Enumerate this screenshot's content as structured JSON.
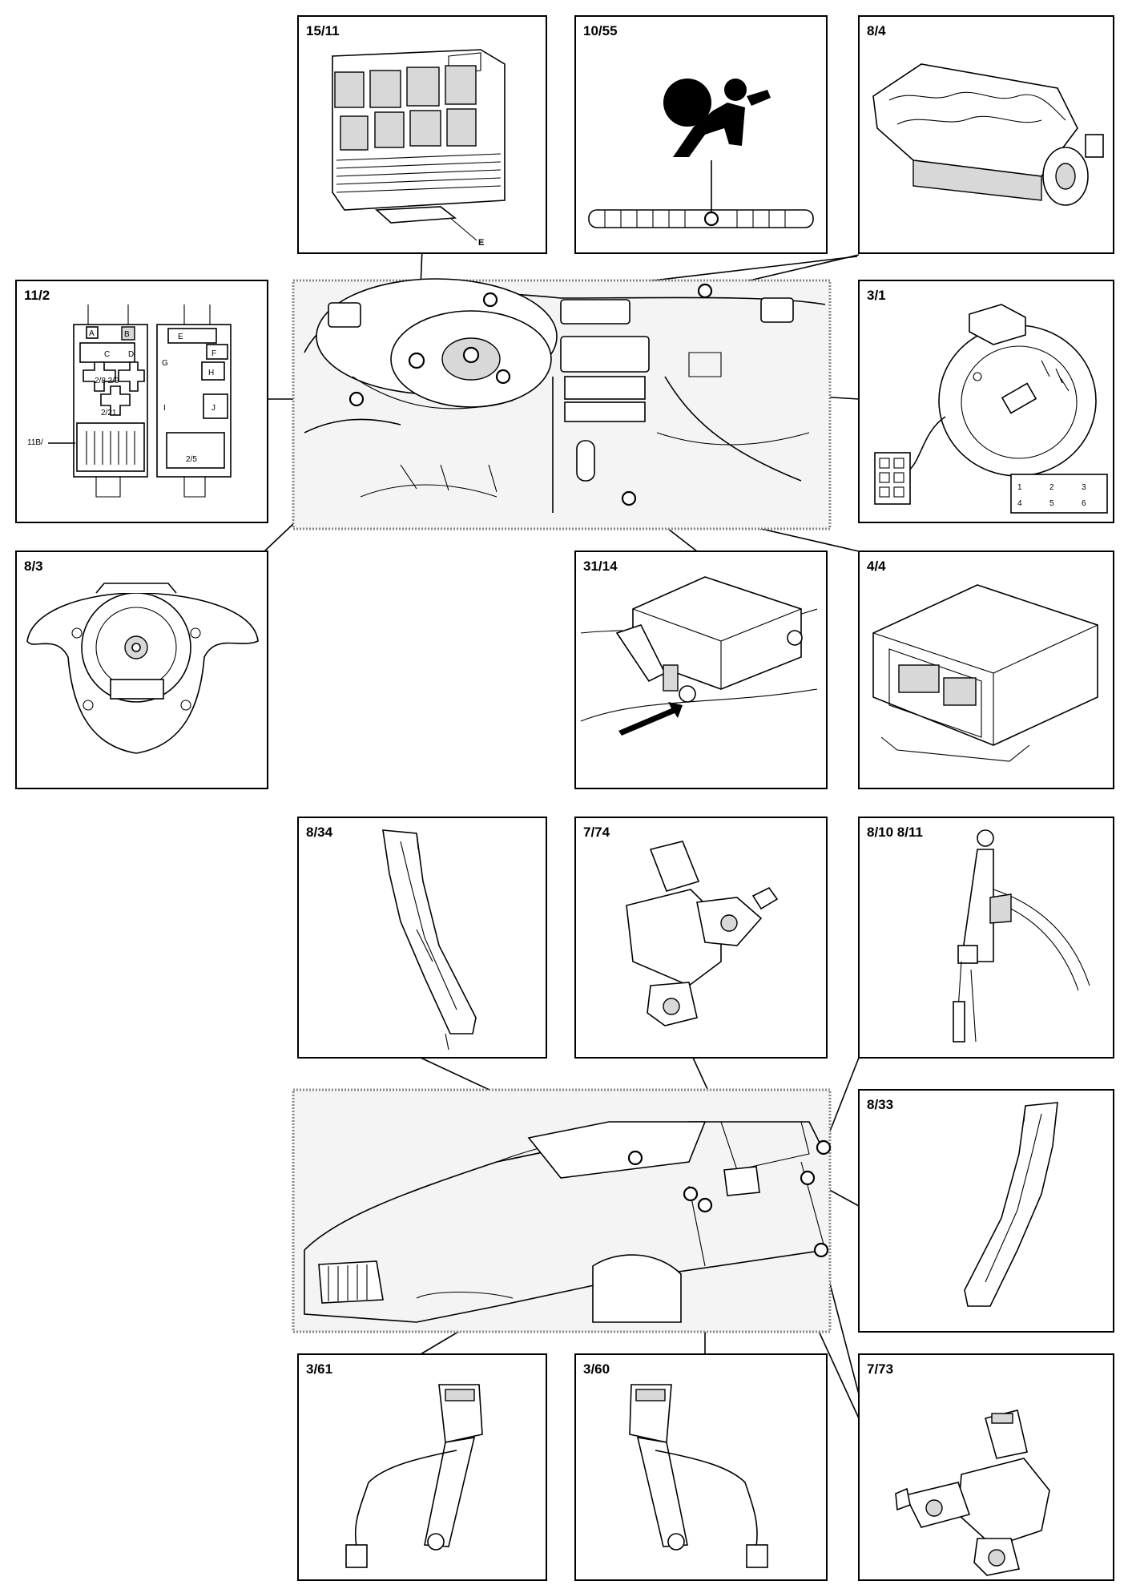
{
  "panels": {
    "p15_11": "15/11",
    "p10_55": "10/55",
    "p8_4": "8/4",
    "p11_2": "11/2",
    "p3_1": "3/1",
    "p8_3": "8/3",
    "p31_14": "31/14",
    "p4_4": "4/4",
    "p8_34": "8/34",
    "p7_74": "7/74",
    "p8_10_8_11": "8/10 8/11",
    "p8_33": "8/33",
    "p3_61": "3/61",
    "p3_60": "3/60",
    "p7_73": "7/73"
  },
  "callouts": {
    "fusebox_e": "E",
    "relay_a": "A",
    "relay_b": "B",
    "relay_c": "C",
    "relay_d": "D",
    "relay_e2": "E",
    "relay_f": "F",
    "relay_g": "G",
    "relay_h": "H",
    "relay_i": "I",
    "relay_j": "J",
    "r2_8_2_9": "2/8 2/9",
    "r2_21": "2/21",
    "r2_5": "2/5",
    "r11b": "11B/"
  },
  "connector_pins": [
    "1",
    "2",
    "3",
    "4",
    "5",
    "6"
  ]
}
